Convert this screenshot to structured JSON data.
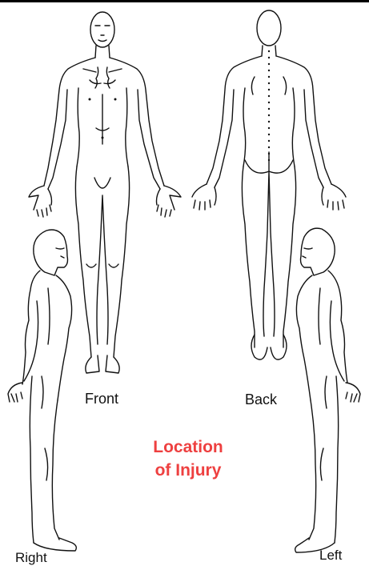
{
  "views": {
    "front": "Front",
    "back": "Back",
    "right": "Right",
    "left": "Left"
  },
  "title": {
    "line1": "Location",
    "line2": "of Injury",
    "color": "#ee4040"
  }
}
